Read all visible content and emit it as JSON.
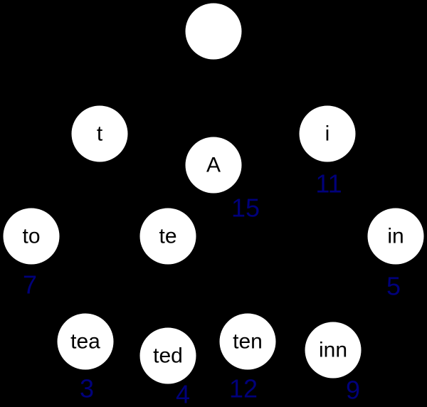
{
  "diagram": {
    "background": "#000000",
    "node_fill": "#ffffff",
    "label_color": "#000000",
    "value_color": "#00007a",
    "nodes": [
      {
        "id": "root",
        "label": "",
        "value": ""
      },
      {
        "id": "t",
        "label": "t",
        "value": ""
      },
      {
        "id": "A",
        "label": "A",
        "value": "15"
      },
      {
        "id": "i",
        "label": "i",
        "value": "11"
      },
      {
        "id": "to",
        "label": "to",
        "value": "7"
      },
      {
        "id": "te",
        "label": "te",
        "value": ""
      },
      {
        "id": "in",
        "label": "in",
        "value": "5"
      },
      {
        "id": "tea",
        "label": "tea",
        "value": "3"
      },
      {
        "id": "ted",
        "label": "ted",
        "value": "4"
      },
      {
        "id": "ten",
        "label": "ten",
        "value": "12"
      },
      {
        "id": "inn",
        "label": "inn",
        "value": "9"
      }
    ]
  }
}
